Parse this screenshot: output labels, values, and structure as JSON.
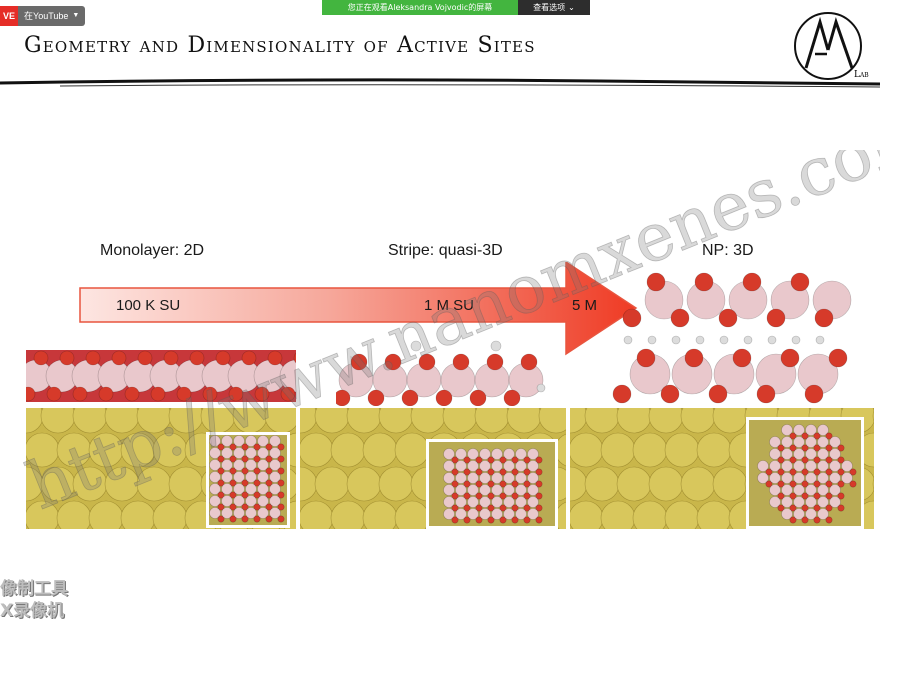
{
  "overlay": {
    "live_tag": "VE",
    "youtube_button": "在YouTube",
    "share_status": "您正在观看Aleksandra Vojvodic的屏幕",
    "view_options": "查看选项"
  },
  "slide": {
    "title": "Geometry and Dimensionality of Active Sites",
    "logo_letters": "AV",
    "logo_sub": "Lab",
    "stages": [
      {
        "label": "Monolayer: 2D"
      },
      {
        "label": "Stripe: quasi-3D"
      },
      {
        "label": "NP: 3D"
      }
    ],
    "arrow_labels": [
      "100 K SU",
      "1 M SU",
      "5 M"
    ]
  },
  "watermark": "http://www.nanomxenes.com",
  "recorder_text": [
    "像制工具",
    "X录像机"
  ],
  "colors": {
    "arrow": "#ef3b24",
    "oxide_o": "#d63a2a",
    "oxide_metal": "#e9c8cc",
    "substrate": "#c9b64a",
    "share_green": "#43b53f"
  }
}
